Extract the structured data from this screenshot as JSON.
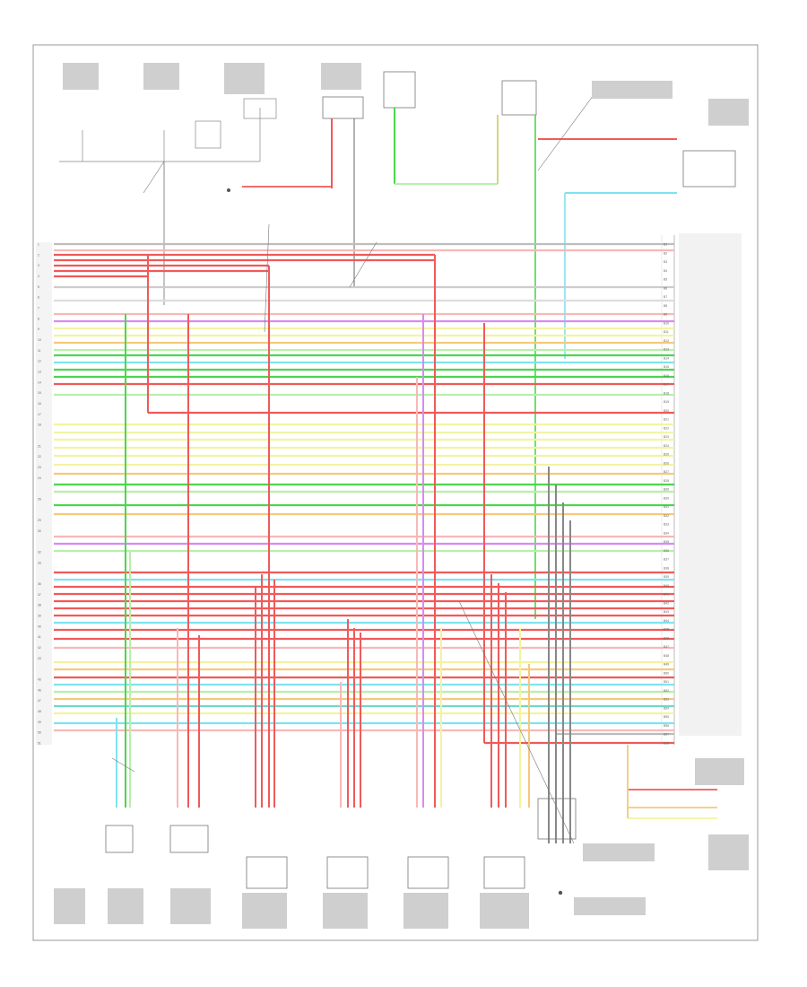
{
  "diagram": {
    "footer_code": "",
    "colors": {
      "red": "#f05a5a",
      "pink": "#f7b8b8",
      "green": "#4cd64c",
      "light_green": "#b7f0a8",
      "yellow": "#f3f3a0",
      "orange": "#f6c97a",
      "cyan": "#7fe3ef",
      "blue_green": "#6fd9c8",
      "violet": "#d98af0",
      "gray": "#bdbdbd",
      "dark": "#444444",
      "frame": "#999999"
    },
    "pcm_pins_left": [
      "1",
      "2",
      "3",
      "4",
      "5",
      "6",
      "7",
      "8",
      "9",
      "10",
      "11",
      "12",
      "13",
      "14",
      "15",
      "16",
      "17",
      "18",
      "",
      "21",
      "22",
      "23",
      "24",
      "",
      "26",
      "",
      "29",
      "30",
      "",
      "32",
      "33",
      "",
      "36",
      "37",
      "38",
      "39",
      "40",
      "41",
      "42",
      "43",
      "",
      "45",
      "46",
      "47",
      "48",
      "49",
      "50",
      "51"
    ],
    "pcm_pins_right": [
      "B1",
      "B2",
      "B3",
      "B4",
      "B5",
      "B6",
      "B7",
      "B8",
      "B9",
      "B10",
      "B11",
      "B12",
      "B13",
      "B14",
      "B15",
      "B16",
      "B17",
      "B18",
      "B19",
      "B20",
      "B21",
      "B22",
      "B23",
      "B24",
      "B25",
      "B26",
      "B27",
      "B28",
      "B29",
      "B30",
      "B31",
      "B32",
      "B33",
      "B34",
      "B35",
      "B36",
      "B37",
      "B38",
      "B39",
      "B40",
      "B41",
      "B42",
      "B43",
      "B44",
      "B45",
      "B46",
      "B47",
      "B48",
      "B49",
      "B50",
      "B51",
      "B52",
      "B53",
      "B54",
      "B55",
      "B56",
      "B57",
      "B58"
    ]
  }
}
